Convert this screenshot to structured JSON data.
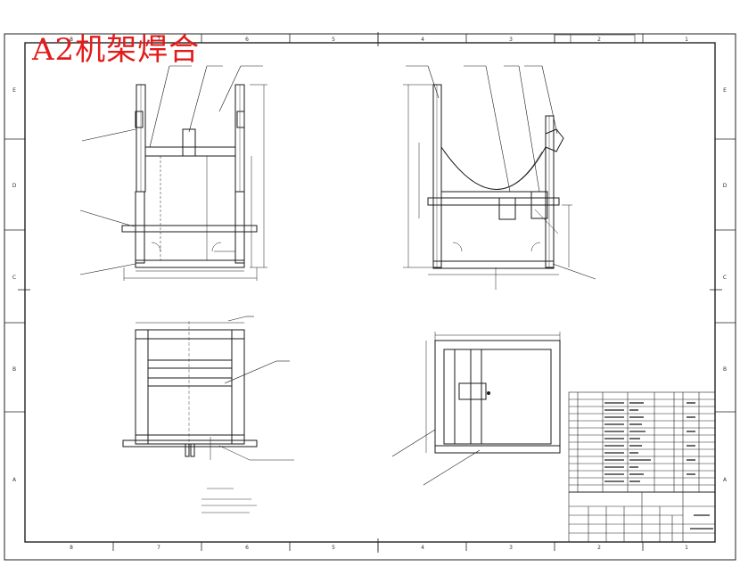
{
  "title": "A2机架焊合",
  "border_zone_letters": [
    "A",
    "B",
    "C",
    "D",
    "E"
  ],
  "border_zone_numbers": [
    "8",
    "7",
    "6",
    "5",
    "4",
    "3",
    "2",
    "1"
  ],
  "colors": {
    "line": "#1a1a1a",
    "title": "#e31b1b",
    "background": "#ffffff"
  }
}
